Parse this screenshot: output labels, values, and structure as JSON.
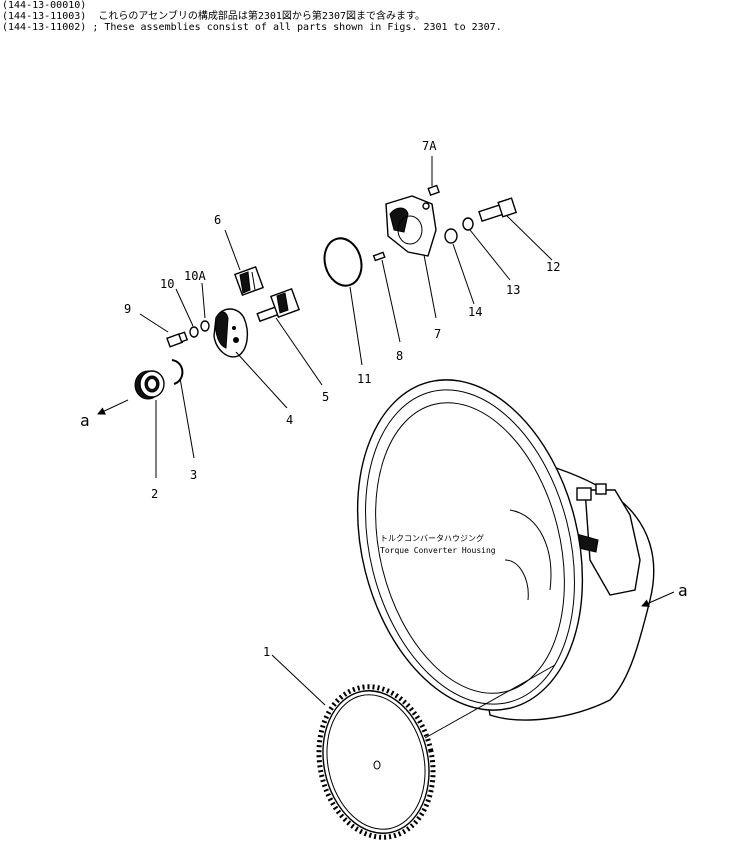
{
  "header": {
    "line1": "(144-13-00010)",
    "line2_code": "(144-13-11003)",
    "line2_text": "これらのアセンブリの構成部品は第2301図から第2307図まで含みます。",
    "line3_code": "(144-13-11002)",
    "line3_text": "; These assemblies consist of all parts shown in Figs. 2301 to 2307."
  },
  "housing": {
    "label_jp": "トルクコンバータハウジング",
    "label_en": "Torque Converter Housing"
  },
  "callouts": {
    "p1": "1",
    "p2": "2",
    "p3": "3",
    "p4": "4",
    "p5": "5",
    "p6": "6",
    "p7": "7",
    "p7a": "7A",
    "p8": "8",
    "p9": "9",
    "p10": "10",
    "p10a": "10A",
    "p11": "11",
    "p12": "12",
    "p13": "13",
    "p14": "14"
  },
  "arrows": {
    "left": "a",
    "right": "a"
  }
}
